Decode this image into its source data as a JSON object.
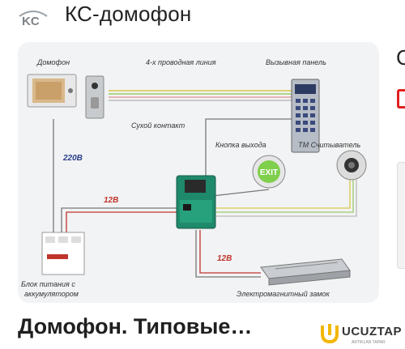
{
  "header": {
    "logo_text": "KC",
    "title": "КС-домофон"
  },
  "edge": {
    "partial_letter": "С"
  },
  "diagram": {
    "labels": {
      "intercom": "Домофон",
      "line": "4-х проводная линия",
      "call_panel": "Вызывная панель",
      "dry_contact": "Сухой контакт",
      "exit_button": "Кнопка выхода",
      "tm_reader": "ТМ Считыватель",
      "v220": "220В",
      "v12a": "12В",
      "v12b": "12В",
      "psu_line1": "Блок питания с",
      "psu_line2": "аккумулятором",
      "lock": "Электромагнитный замок",
      "exit_sign": "EXIT"
    }
  },
  "result": {
    "title": "Домофон. Типовые…"
  },
  "brand": {
    "name": "UCUZTAP",
    "tagline": "ARTIKLAR TAPAR"
  },
  "colors": {
    "accent_yellow": "#f2b705",
    "error_red": "#e02020"
  }
}
